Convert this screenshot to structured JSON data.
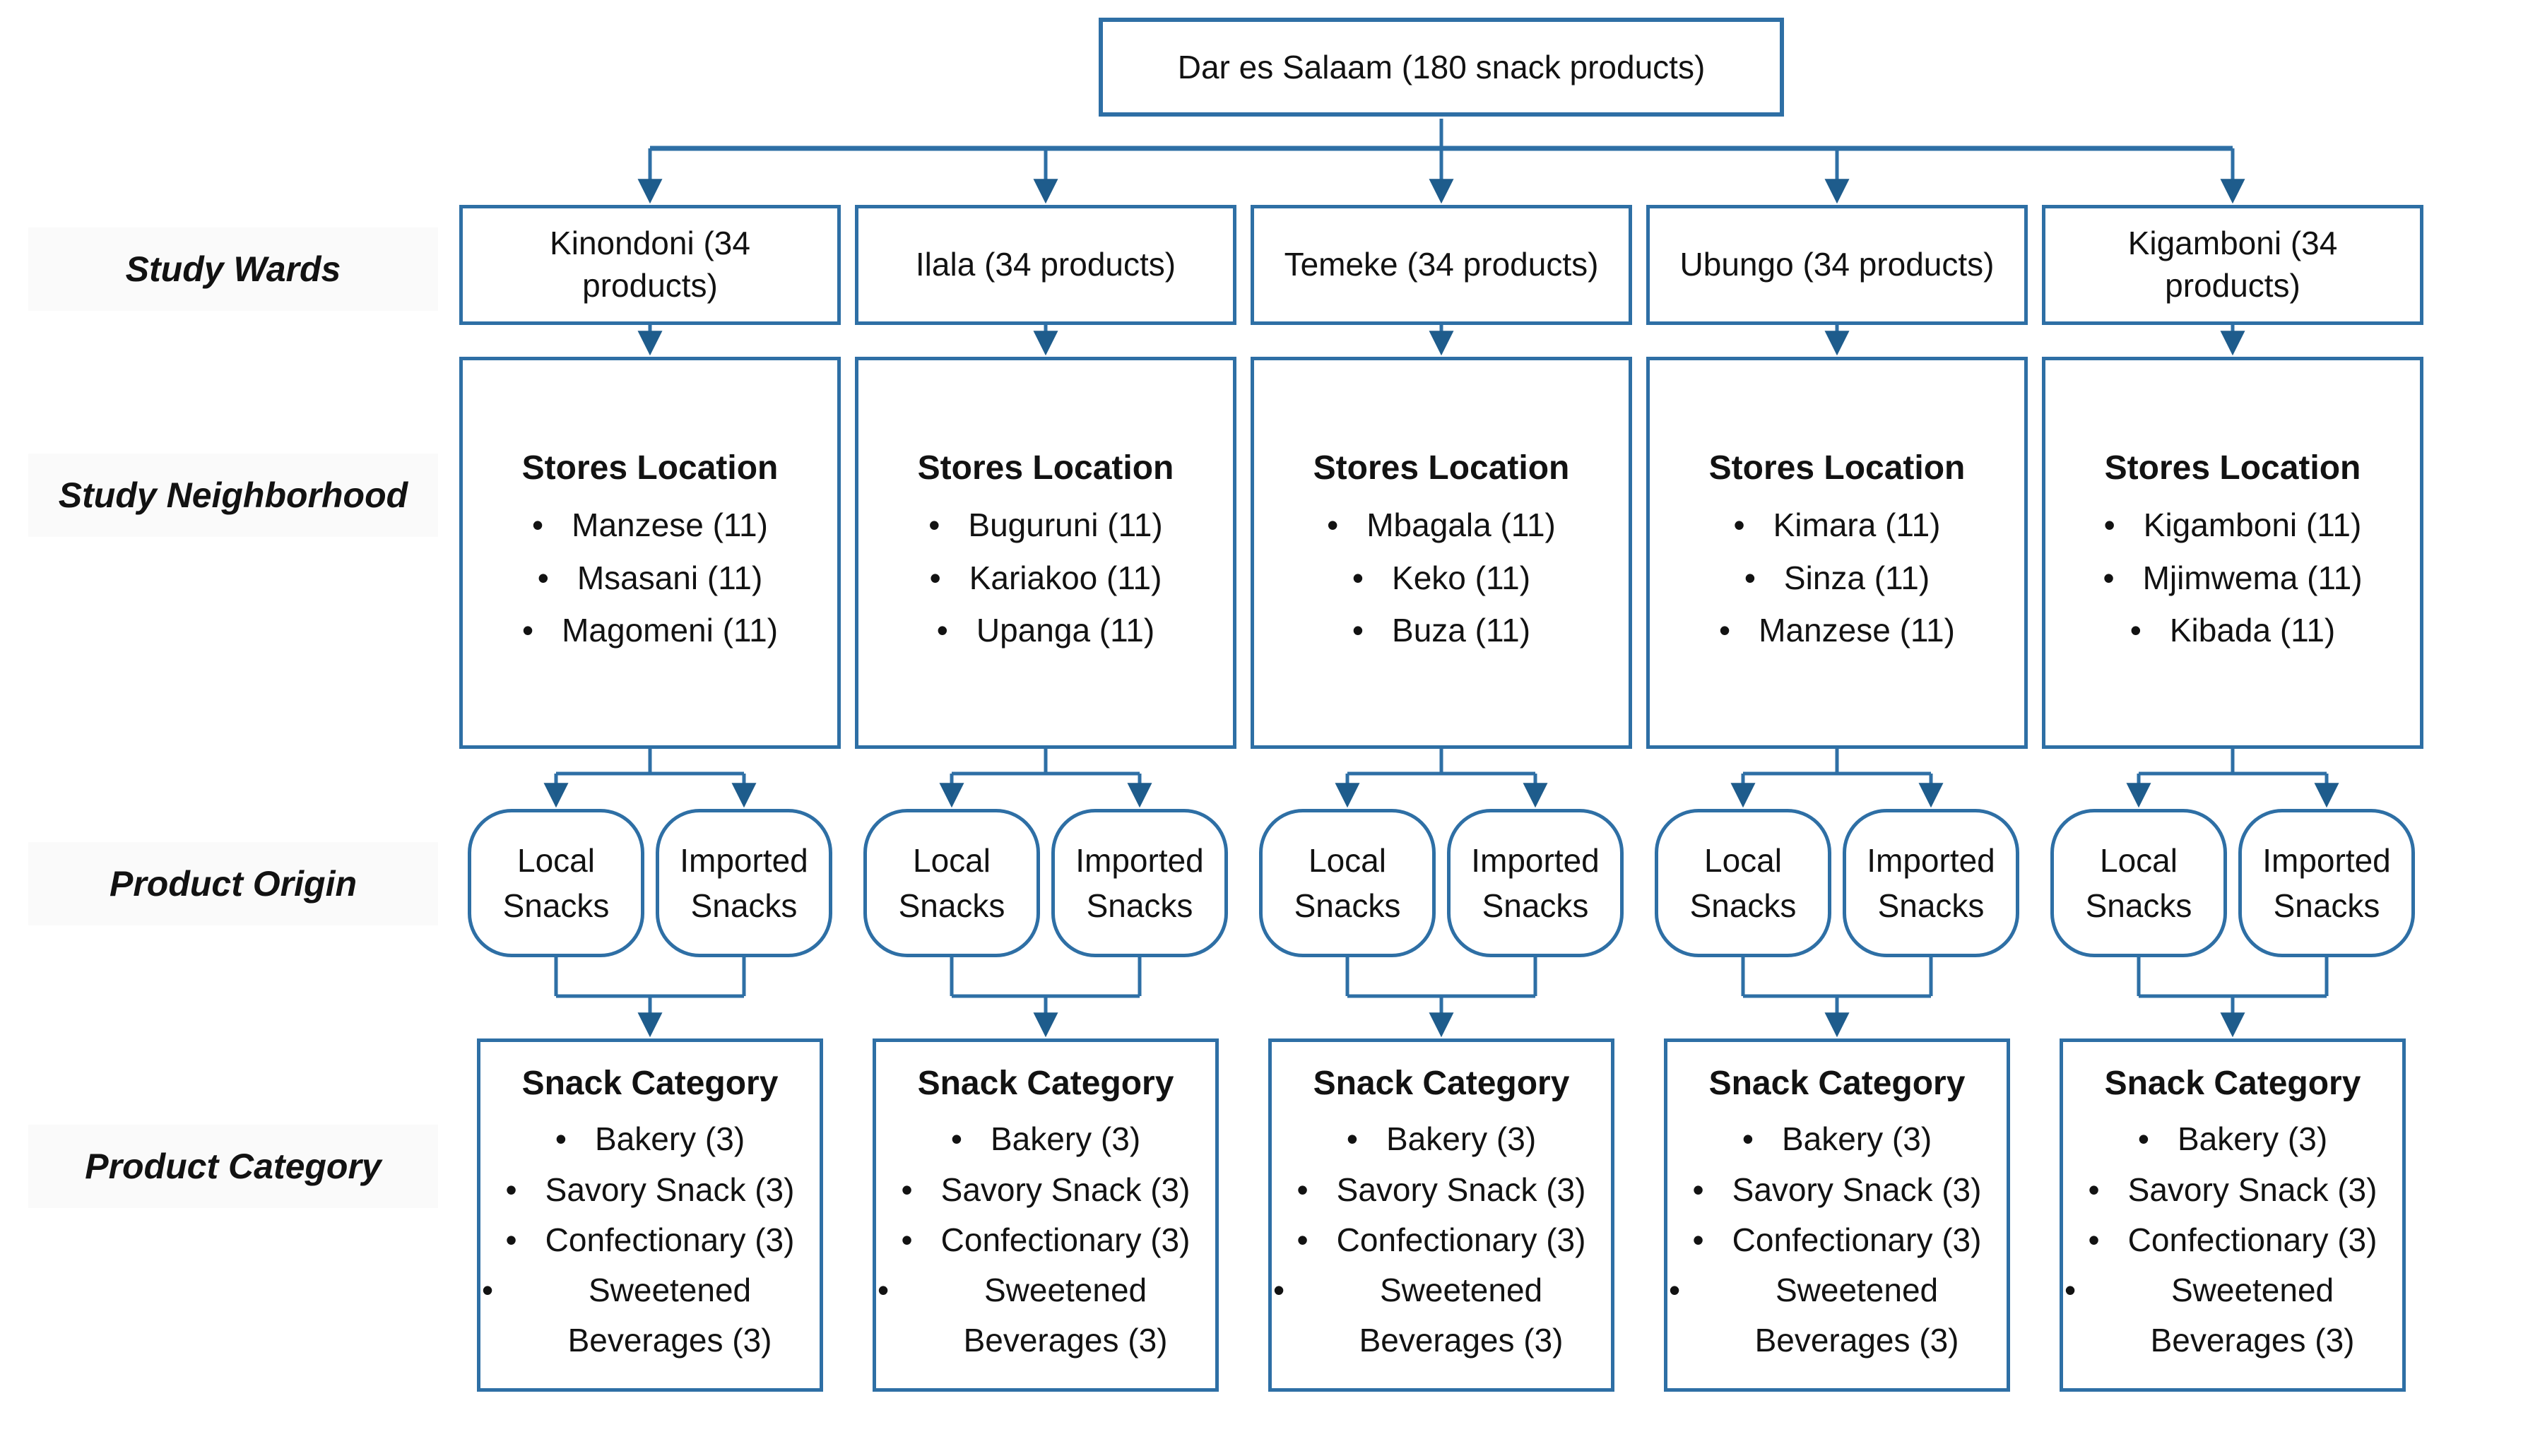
{
  "root": {
    "label": "Dar es Salaam (180 snack products)"
  },
  "row_labels": [
    "Study Wards",
    "Study Neighborhood",
    "Product Origin",
    "Product Category"
  ],
  "labels": {
    "stores_heading": "Stores Location"
  },
  "origin": {
    "local": "Local Snacks",
    "imported": "Imported Snacks"
  },
  "snack_category": {
    "heading": "Snack Category",
    "items": [
      "Bakery (3)",
      "Savory Snack (3)",
      "Confectionary (3)",
      "Sweetened Beverages (3)"
    ]
  },
  "columns": [
    {
      "ward": "Kinondoni (34 products)",
      "stores": [
        "Manzese (11)",
        "Msasani (11)",
        "Magomeni (11)"
      ]
    },
    {
      "ward": "Ilala (34 products)",
      "stores": [
        "Buguruni (11)",
        "Kariakoo (11)",
        "Upanga (11)"
      ]
    },
    {
      "ward": "Temeke (34 products)",
      "stores": [
        "Mbagala (11)",
        "Keko (11)",
        "Buza (11)"
      ]
    },
    {
      "ward": "Ubungo (34 products)",
      "stores": [
        "Kimara (11)",
        "Sinza (11)",
        "Manzese (11)"
      ]
    },
    {
      "ward": "Kigamboni (34 products)",
      "stores": [
        "Kigamboni (11)",
        "Mjimwema (11)",
        "Kibada (11)"
      ]
    }
  ],
  "colors": {
    "line": "#2e6fa5",
    "arrow": "#1e5c8c",
    "text": "#121212"
  }
}
